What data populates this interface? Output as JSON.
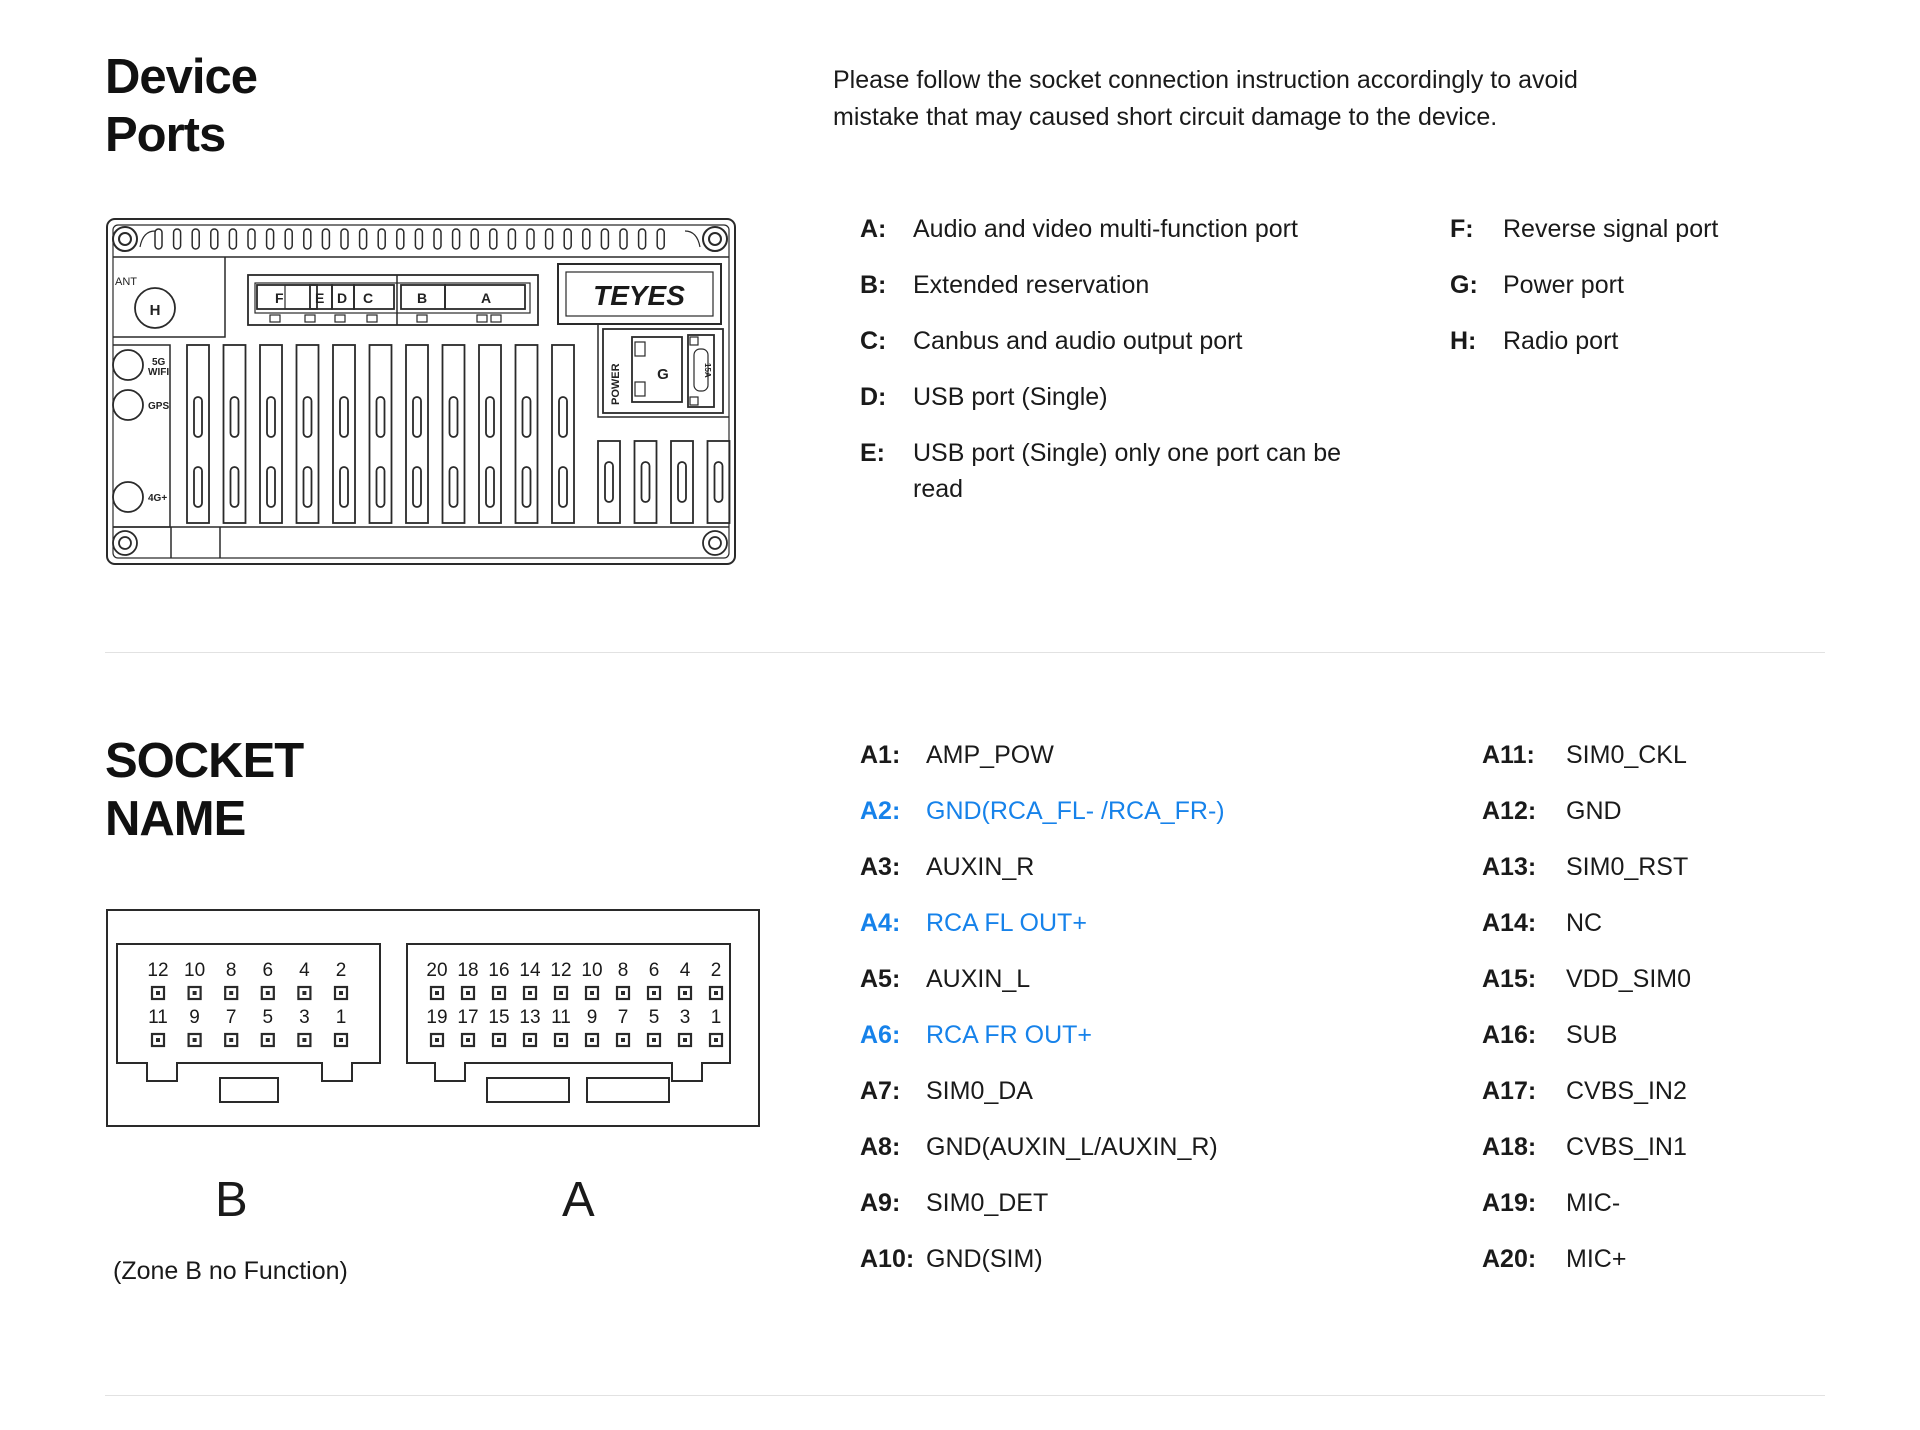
{
  "section1": {
    "title_line1": "Device",
    "title_line2": "Ports",
    "intro": "Please follow the socket connection instruction accordingly to avoid mistake that may caused short circuit damage to the device.",
    "ports_left": [
      {
        "letter": "A:",
        "desc": "Audio and video multi-function port"
      },
      {
        "letter": "B:",
        "desc": "Extended reservation"
      },
      {
        "letter": "C:",
        "desc": "Canbus and audio output port"
      },
      {
        "letter": "D:",
        "desc": "USB port (Single)"
      },
      {
        "letter": "E:",
        "desc": "USB port (Single) only one port can be read"
      }
    ],
    "ports_right": [
      {
        "letter": "F:",
        "desc": "Reverse signal port"
      },
      {
        "letter": "G:",
        "desc": "Power port"
      },
      {
        "letter": "H:",
        "desc": "Radio port"
      }
    ]
  },
  "device": {
    "brand": "TEYES",
    "ant_label": "ANT",
    "h_label": "H",
    "wifi_label_1": "5G",
    "wifi_label_2": "WIFI",
    "gps_label": "GPS",
    "lte_label": "4G+",
    "port_f": "F",
    "port_e": "E",
    "port_d": "D",
    "port_c": "C",
    "port_b": "B",
    "port_a": "A",
    "power_label": "POWER",
    "g_label": "G",
    "fuse_label": "15A"
  },
  "section2": {
    "title_line1": "SOCKET",
    "title_line2": "NAME",
    "zone_b": "B",
    "zone_a": "A",
    "zone_note": "(Zone B no Function)",
    "pins_left": [
      {
        "id": "A1:",
        "name": "AMP_POW",
        "hl": false
      },
      {
        "id": "A2:",
        "name": "GND(RCA_FL- /RCA_FR-)",
        "hl": true
      },
      {
        "id": "A3:",
        "name": "AUXIN_R",
        "hl": false
      },
      {
        "id": "A4:",
        "name": "RCA FL OUT+",
        "hl": true
      },
      {
        "id": "A5:",
        "name": "AUXIN_L",
        "hl": false
      },
      {
        "id": "A6:",
        "name": "RCA FR OUT+",
        "hl": true
      },
      {
        "id": "A7:",
        "name": "SIM0_DA",
        "hl": false
      },
      {
        "id": "A8:",
        "name": "GND(AUXIN_L/AUXIN_R)",
        "hl": false
      },
      {
        "id": "A9:",
        "name": "SIM0_DET",
        "hl": false
      },
      {
        "id": "A10:",
        "name": "GND(SIM)",
        "hl": false
      }
    ],
    "pins_right": [
      {
        "id": "A11:",
        "name": "SIM0_CKL",
        "hl": false
      },
      {
        "id": "A12:",
        "name": "GND",
        "hl": false
      },
      {
        "id": "A13:",
        "name": "SIM0_RST",
        "hl": false
      },
      {
        "id": "A14:",
        "name": "NC",
        "hl": false
      },
      {
        "id": "A15:",
        "name": "VDD_SIM0",
        "hl": false
      },
      {
        "id": "A16:",
        "name": "SUB",
        "hl": false
      },
      {
        "id": "A17:",
        "name": "CVBS_IN2",
        "hl": false
      },
      {
        "id": "A18:",
        "name": "CVBS_IN1",
        "hl": false
      },
      {
        "id": "A19:",
        "name": "MIC-",
        "hl": false
      },
      {
        "id": "A20:",
        "name": "MIC+",
        "hl": false
      }
    ]
  },
  "socket": {
    "b_top": [
      "12",
      "10",
      "8",
      "6",
      "4",
      "2"
    ],
    "b_bottom": [
      "11",
      "9",
      "7",
      "5",
      "3",
      "1"
    ],
    "a_top": [
      "20",
      "18",
      "16",
      "14",
      "12",
      "10",
      "8",
      "6",
      "4",
      "2"
    ],
    "a_bottom": [
      "19",
      "17",
      "15",
      "13",
      "11",
      "9",
      "7",
      "5",
      "3",
      "1"
    ]
  },
  "colors": {
    "highlight": "#1682ea",
    "text": "#1a1a1a",
    "line": "#2a2a2a"
  }
}
